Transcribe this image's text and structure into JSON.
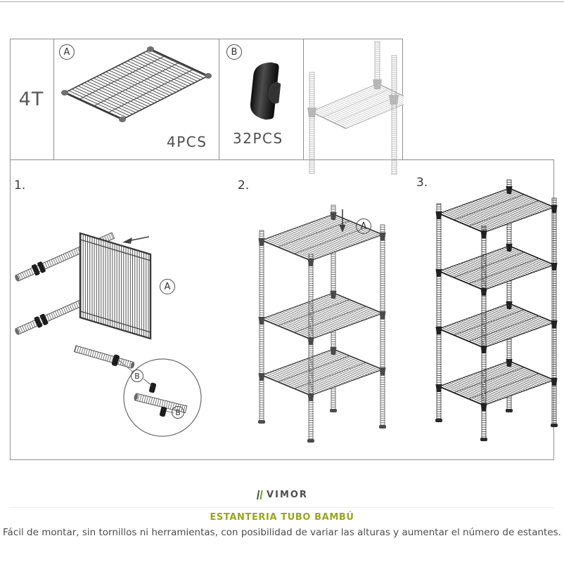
{
  "parts_table": {
    "model_label": "4T",
    "part_a": {
      "id_label": "A",
      "quantity": "4PCS"
    },
    "part_b": {
      "id_label": "B",
      "quantity": "32PCS"
    }
  },
  "steps": {
    "one": {
      "number": "1.",
      "callout_a": "A",
      "callout_b_top": "B",
      "callout_b_bottom": "B"
    },
    "two": {
      "number": "2.",
      "callout_a": "A"
    },
    "three": {
      "number": "3."
    }
  },
  "footer": {
    "brand": "VIMOR",
    "product_title": "ESTANTERIA TUBO BAMBÚ",
    "description": "Fácil de montar, sin tornillos ni herramientas, con posibilidad de variar las alturas y aumentar el número de estantes."
  },
  "icons": {
    "step1_arrow": "arrow-left-icon",
    "step2_arrow": "arrow-down-icon",
    "logo_mark": "vimor-logo-mark"
  },
  "colors": {
    "title_green": "#98a51f",
    "logo_green": "#6f9a1d",
    "diagram_dark": "#3a3a3a",
    "diagram_light_gray": "#c4c4c4"
  }
}
